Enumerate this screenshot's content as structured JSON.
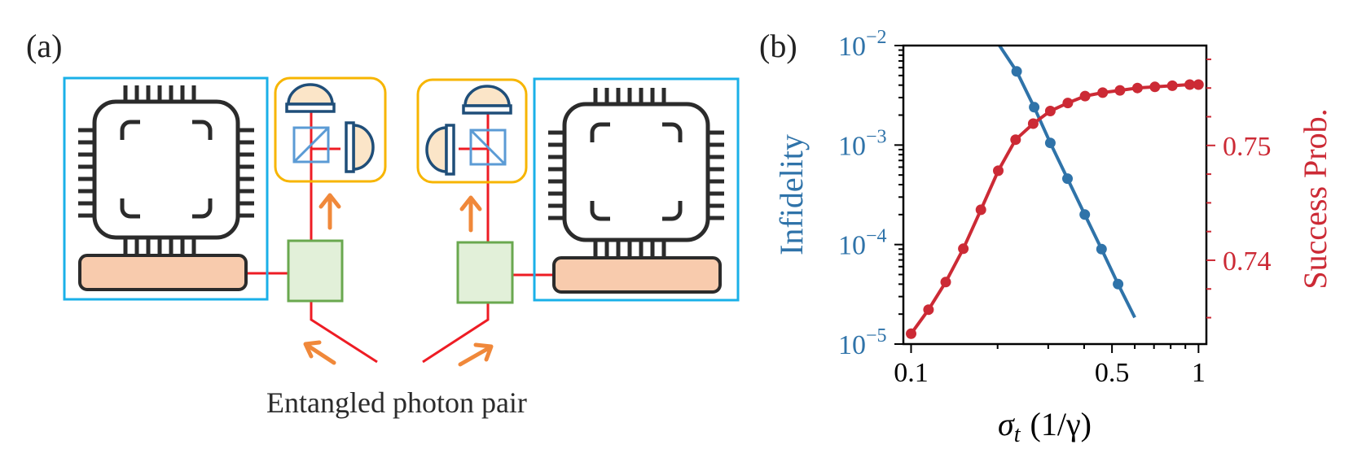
{
  "panel_a": {
    "label": "(a)",
    "caption": "Entangled photon pair"
  },
  "panel_b": {
    "label": "(b)"
  },
  "chart_data": {
    "type": "line",
    "xlabel_text": "σ",
    "xlabel_sub": "t",
    "xlabel_unit": "(1/γ)",
    "x_scale": "log",
    "xlim": [
      0.094,
      1.065
    ],
    "x_ticks": [
      {
        "value": 0.1,
        "label": "0.1"
      },
      {
        "value": 0.5,
        "label": "0.5"
      },
      {
        "value": 1,
        "label": "1"
      }
    ],
    "y_left": {
      "label": "Infidelity",
      "scale": "log",
      "ylim": [
        1e-05,
        0.01
      ],
      "ticks": [
        {
          "value": 1e-05,
          "base": "10",
          "exp": "−5"
        },
        {
          "value": 0.0001,
          "base": "10",
          "exp": "−4"
        },
        {
          "value": 0.001,
          "base": "10",
          "exp": "−3"
        },
        {
          "value": 0.01,
          "base": "10",
          "exp": "−2"
        }
      ],
      "color": "#2f73a9"
    },
    "y_right": {
      "label": "Success Prob.",
      "scale": "linear",
      "ylim": [
        0.7327,
        0.7587
      ],
      "ticks": [
        {
          "value": 0.74,
          "label": "0.74"
        },
        {
          "value": 0.75,
          "label": "0.75"
        }
      ],
      "color": "#cc2a35"
    },
    "series": [
      {
        "axis": "left",
        "color": "#2f73a9",
        "x": [
          0.233,
          0.268,
          0.305,
          0.35,
          0.402,
          0.46,
          0.525
        ],
        "y": [
          0.0055,
          0.0024,
          0.00105,
          0.00046,
          0.0002,
          9e-05,
          4e-05
        ],
        "line_x": [
          0.203,
          0.233,
          0.268,
          0.305,
          0.35,
          0.402,
          0.46,
          0.525,
          0.6
        ],
        "line_y": [
          0.01,
          0.0055,
          0.0024,
          0.00105,
          0.00046,
          0.0002,
          9e-05,
          4e-05,
          1.85e-05
        ],
        "markers": [
          0.233,
          0.268,
          0.305,
          0.35,
          0.402,
          0.46,
          0.525
        ]
      },
      {
        "axis": "right",
        "color": "#cc2a35",
        "x": [
          0.1,
          0.115,
          0.132,
          0.152,
          0.175,
          0.201,
          0.231,
          0.266,
          0.305,
          0.351,
          0.403,
          0.464,
          0.533,
          0.613,
          0.705,
          0.811,
          0.932,
          1.0
        ],
        "y": [
          0.7336,
          0.7357,
          0.7381,
          0.741,
          0.7444,
          0.7478,
          0.7505,
          0.7519,
          0.753,
          0.7537,
          0.7543,
          0.7546,
          0.7548,
          0.755,
          0.7551,
          0.7552,
          0.7553,
          0.7553
        ]
      }
    ]
  }
}
